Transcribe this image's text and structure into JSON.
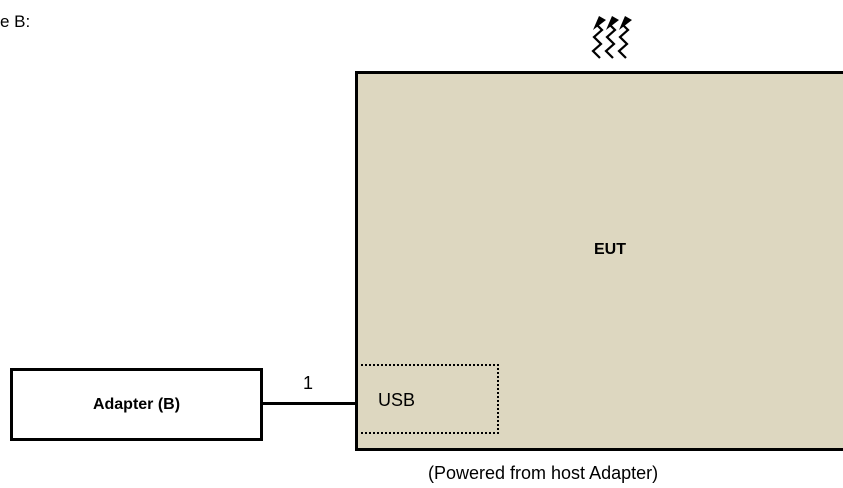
{
  "caption_top": "e B:",
  "eut": {
    "label": "EUT",
    "fill_color": "#ddd7c0"
  },
  "usb": {
    "label": "USB"
  },
  "adapter": {
    "label": "Adapter (B)"
  },
  "cable": {
    "number": "1"
  },
  "power_caption": "(Powered from host Adapter)",
  "icons": {
    "radiation": "radiation-arrows-icon"
  }
}
